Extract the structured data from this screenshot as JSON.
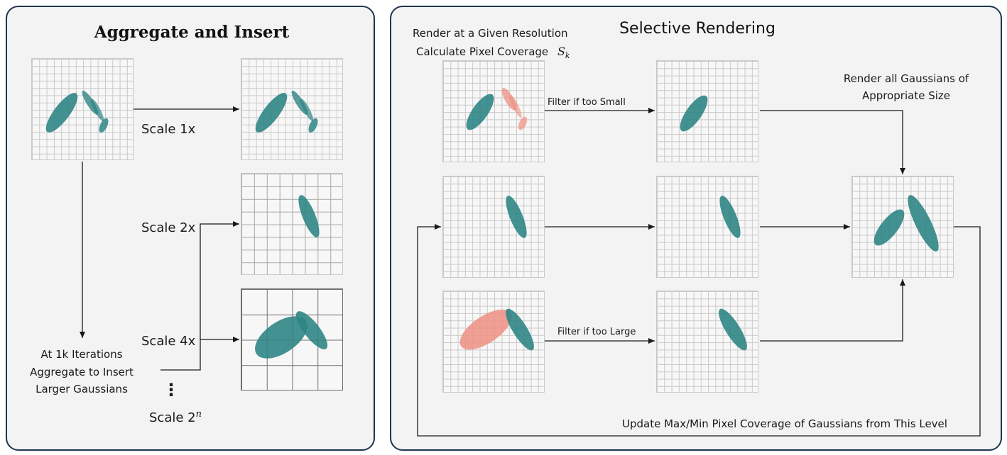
{
  "left_panel": {
    "title": "Aggregate and Insert",
    "scale_1x": "Scale 1x",
    "scale_2x": "Scale 2x",
    "scale_4x": "Scale 4x",
    "scale_2n_base": "Scale 2",
    "scale_2n_exp": "n",
    "ellipsis": "⋮",
    "aggregate_lines": [
      "At 1k Iterations",
      "Aggregate to Insert",
      "Larger Gaussians"
    ]
  },
  "right_panel": {
    "title": "Selective Rendering",
    "render_caption_line1": "Render at a Given Resolution",
    "render_caption_line2": "Calculate Pixel Coverage",
    "coverage_symbol": "S",
    "coverage_subscript": "k",
    "filter_small": "Filter if too Small",
    "filter_large": "Filter if too Large",
    "render_all_lines": [
      "Render all Gaussians of",
      "Appropriate Size"
    ],
    "update_caption": "Update Max/Min Pixel Coverage of Gaussians from This Level"
  },
  "colors": {
    "panel_border": "#1f3550",
    "panel_fill": "#f3f3f4",
    "gaussian_kept": "#2f8585",
    "gaussian_filtered": "#ee8f82",
    "arrow": "#1a1a1a"
  }
}
